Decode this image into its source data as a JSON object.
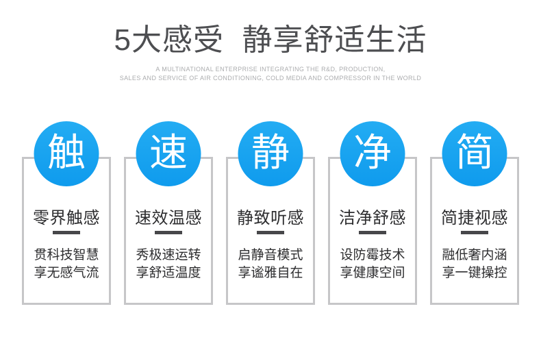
{
  "header": {
    "title": "5大感受  静享舒适生活",
    "subtitle_line1": "A MULTINATIONAL ENTERPRISE INTEGRATING THE R&D, PRODUCTION,",
    "subtitle_line2": "SALES AND SERVICE OF AIR CONDITIONING, COLD MEDIA AND COMPRESSOR IN THE WORLD"
  },
  "colors": {
    "accent_blue": "#14a1f0",
    "card_border": "#c6c6c8",
    "underline_dark": "#47474a",
    "heading_gray": "#4d4e51",
    "subtitle_gray": "#abacae",
    "body_text": "#2d2d2f"
  },
  "cards": [
    {
      "badge": "触",
      "title": "零界触感",
      "line1": "贯科技智慧",
      "line2": "享无感气流"
    },
    {
      "badge": "速",
      "title": "速效温感",
      "line1": "秀极速运转",
      "line2": "享舒适温度"
    },
    {
      "badge": "静",
      "title": "静致听感",
      "line1": "启静音模式",
      "line2": "享谧雅自在"
    },
    {
      "badge": "净",
      "title": "洁净舒感",
      "line1": "设防霉技术",
      "line2": "享健康空间"
    },
    {
      "badge": "简",
      "title": "简捷视感",
      "line1": "融低奢内涵",
      "line2": "享一键操控"
    }
  ]
}
